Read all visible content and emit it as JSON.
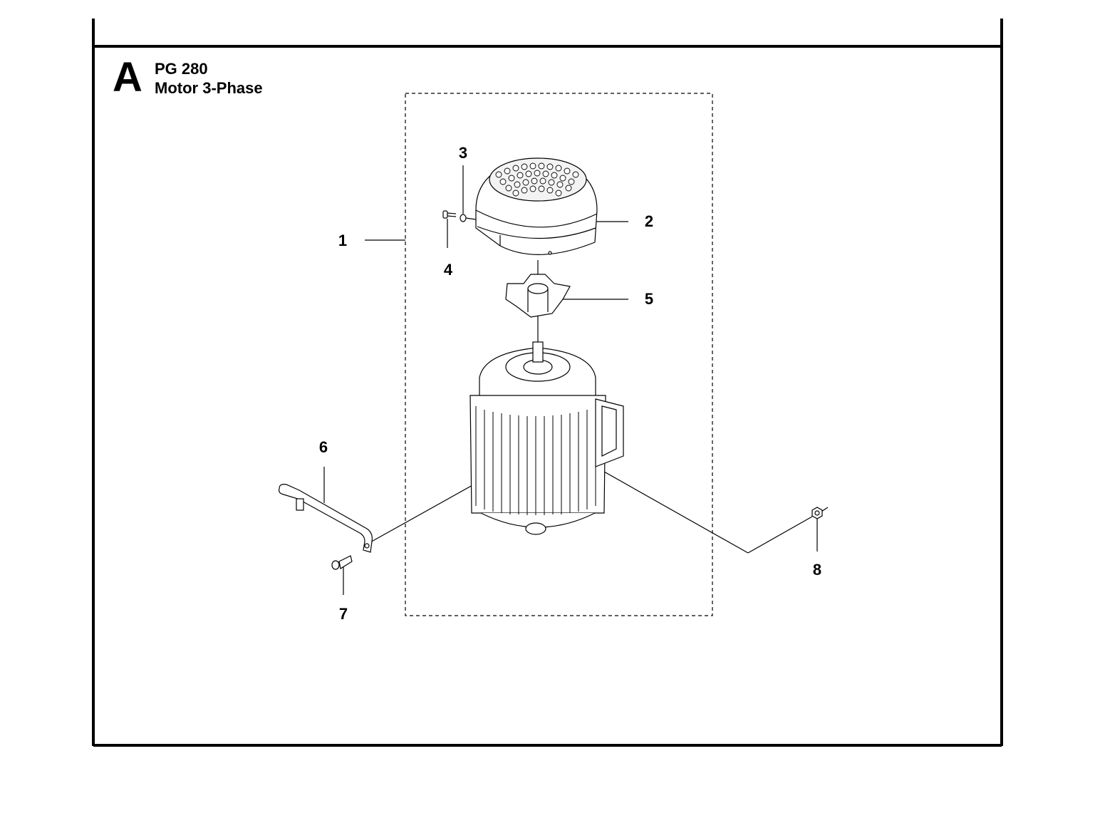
{
  "header": {
    "section_letter": "A",
    "model": "PG 280",
    "assembly": "Motor 3-Phase"
  },
  "callouts": {
    "c1": "1",
    "c2": "2",
    "c3": "3",
    "c4": "4",
    "c5": "5",
    "c6": "6",
    "c7": "7",
    "c8": "8"
  },
  "colors": {
    "ink": "#000000",
    "paper": "#ffffff"
  }
}
